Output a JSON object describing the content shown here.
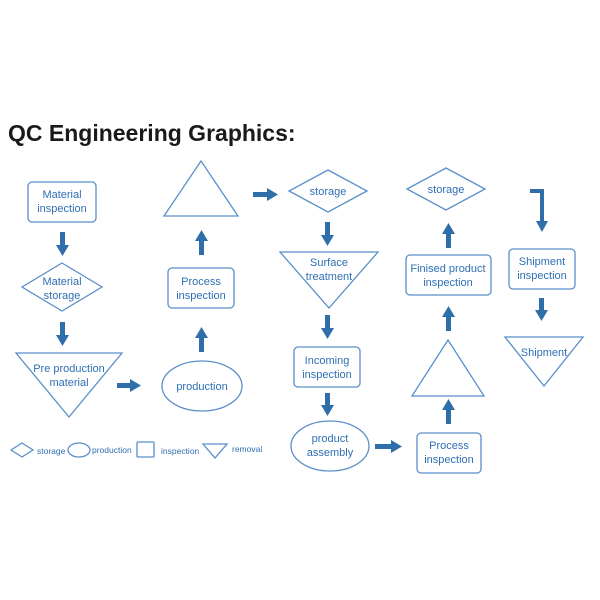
{
  "title": "QC Engineering Graphics:",
  "colors": {
    "stroke": "#5b8fc9",
    "text": "#2f6fb3",
    "arrow": "#2f6fa9",
    "title": "#1a1a1a"
  },
  "nodes": {
    "material_inspection": {
      "line1": "Material",
      "line2": "inspection"
    },
    "material_storage": {
      "line1": "Material",
      "line2": "storage"
    },
    "pre_production_material": {
      "line1": "Pre production",
      "line2": "material"
    },
    "production": {
      "label": "production"
    },
    "process_inspection_1": {
      "line1": "Process",
      "line2": "inspection"
    },
    "storage_1": {
      "label": "storage"
    },
    "surface_treatment": {
      "line1": "Surface",
      "line2": "treatment"
    },
    "incoming_inspection": {
      "line1": "Incoming",
      "line2": "inspection"
    },
    "product_assembly": {
      "line1": "product",
      "line2": "assembly"
    },
    "process_inspection_2": {
      "line1": "Process",
      "line2": "inspection"
    },
    "finished_product_inspection": {
      "line1": "Finised product",
      "line2": "inspection"
    },
    "storage_2": {
      "label": "storage"
    },
    "shipment_inspection": {
      "line1": "Shipment",
      "line2": "inspection"
    },
    "shipment": {
      "label": "Shipment"
    }
  },
  "legend": {
    "storage": "storage",
    "production": "production",
    "inspection": "inspection",
    "removal": "removal"
  }
}
